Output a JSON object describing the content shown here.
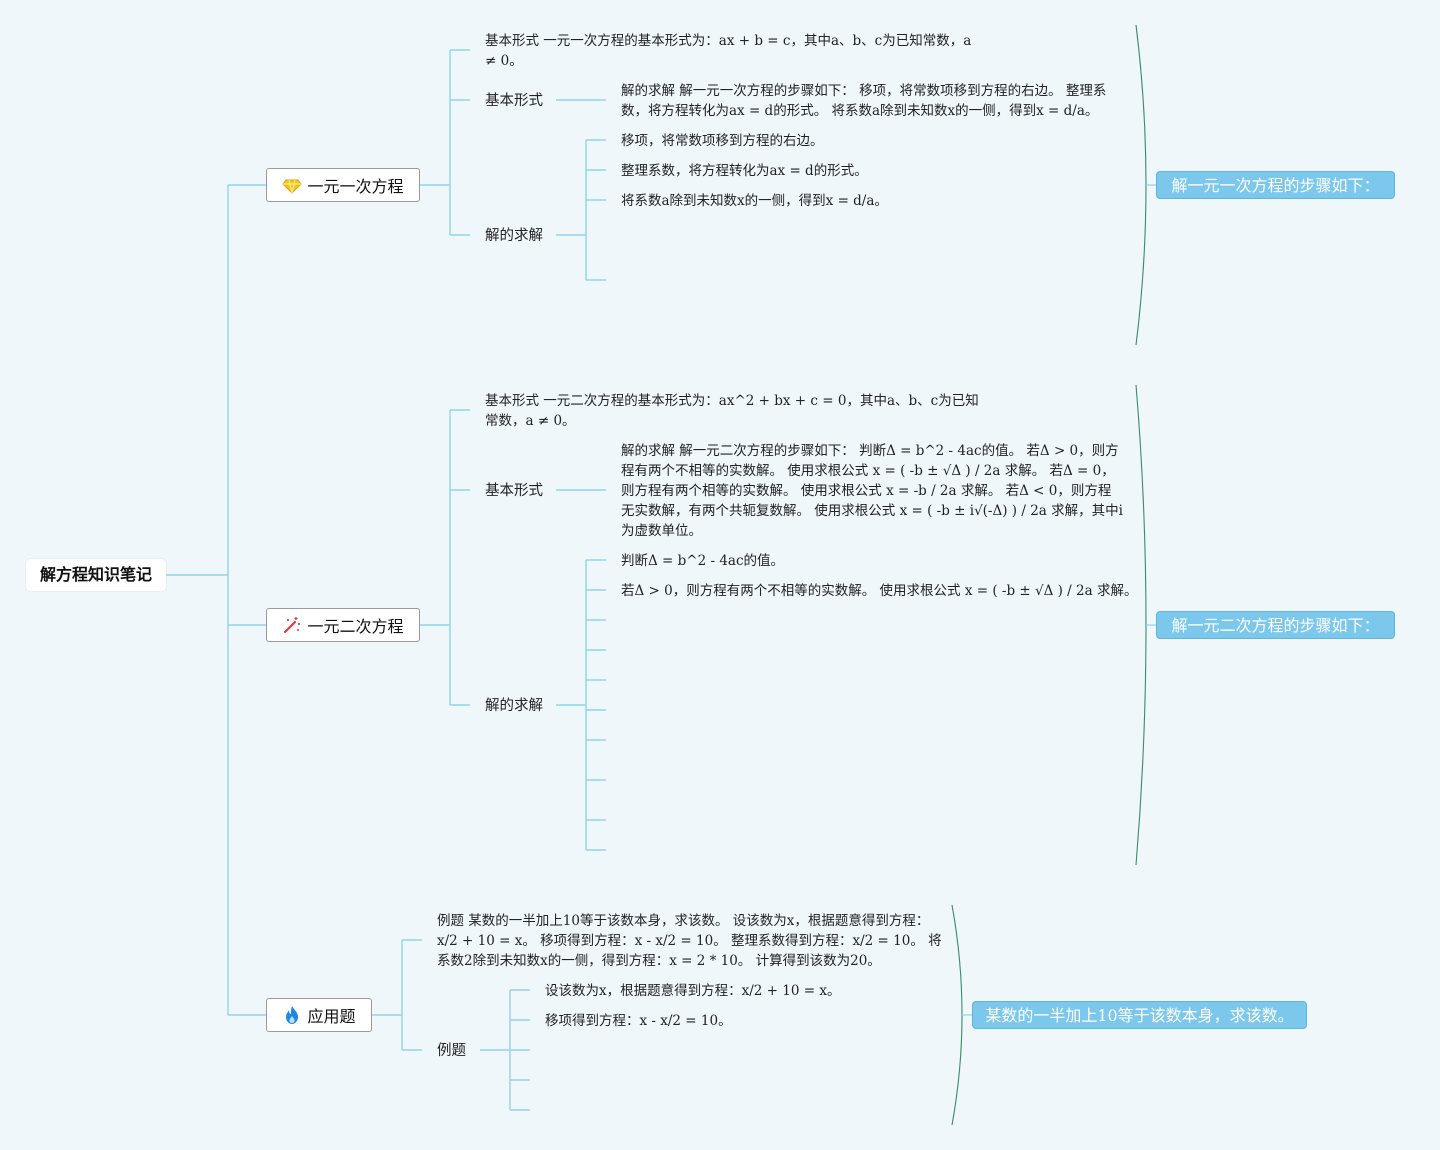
{
  "root": {
    "label": "解方程知识笔记"
  },
  "branches": {
    "linear": {
      "label": "一元一次方程",
      "icon": "diamond-icon",
      "basic_form_text": "基本形式 一元一次方程的基本形式为：ax + b = c，其中a、b、c为已知常数，a ≠ 0。",
      "basic_form_label": "基本形式",
      "solve_desc": "解的求解 解一元一次方程的步骤如下： 移项，将常数项移到方程的右边。 整理系数，将方程转化为ax = d的形式。 将系数a除到未知数x的一侧，得到x = d/a。",
      "solve_label": "解的求解",
      "steps": [
        "移项，将常数项移到方程的右边。",
        "整理系数，将方程转化为ax = d的形式。",
        "将系数a除到未知数x的一侧，得到x = d/a。"
      ],
      "summary": "解一元一次方程的步骤如下："
    },
    "quadratic": {
      "label": "一元二次方程",
      "icon": "magic-wand-icon",
      "basic_form_text": "基本形式 一元二次方程的基本形式为：ax^2 + bx + c = 0，其中a、b、c为已知常数，a ≠ 0。",
      "basic_form_label": "基本形式",
      "solve_desc": "解的求解 解一元二次方程的步骤如下： 判断Δ = b^2 - 4ac的值。 若Δ > 0，则方程有两个不相等的实数解。 使用求根公式 x = ( -b ± √Δ ) / 2a 求解。 若Δ = 0，则方程有两个相等的实数解。 使用求根公式 x = -b / 2a 求解。 若Δ < 0，则方程无实数解，有两个共轭复数解。 使用求根公式 x = ( -b ± i√(-Δ) ) / 2a 求解，其中i为虚数单位。",
      "solve_label": "解的求解",
      "steps": [
        "判断Δ = b^2 - 4ac的值。",
        "若Δ > 0，则方程有两个不相等的实数解。 使用求根公式 x = ( -b ± √Δ ) / 2a 求解。"
      ],
      "summary": "解一元二次方程的步骤如下："
    },
    "applied": {
      "label": "应用题",
      "icon": "fire-icon",
      "example_text": "例题 某数的一半加上10等于该数本身，求该数。 设该数为x，根据题意得到方程：x/2 + 10 = x。 移项得到方程：x - x/2 = 10。 整理系数得到方程：x/2 = 10。 将系数2除到未知数x的一侧，得到方程：x = 2 * 10。 计算得到该数为20。",
      "example_label": "例题",
      "steps": [
        "设该数为x，根据题意得到方程：x/2 + 10 = x。",
        "移项得到方程：x - x/2 = 10。"
      ],
      "summary": "某数的一半加上10等于该数本身，求该数。"
    }
  },
  "colors": {
    "line": "#8fd3ef",
    "bracket": "#3a8a6a",
    "summary_bg": "#7cc8ec",
    "background": "#eff7fa"
  }
}
